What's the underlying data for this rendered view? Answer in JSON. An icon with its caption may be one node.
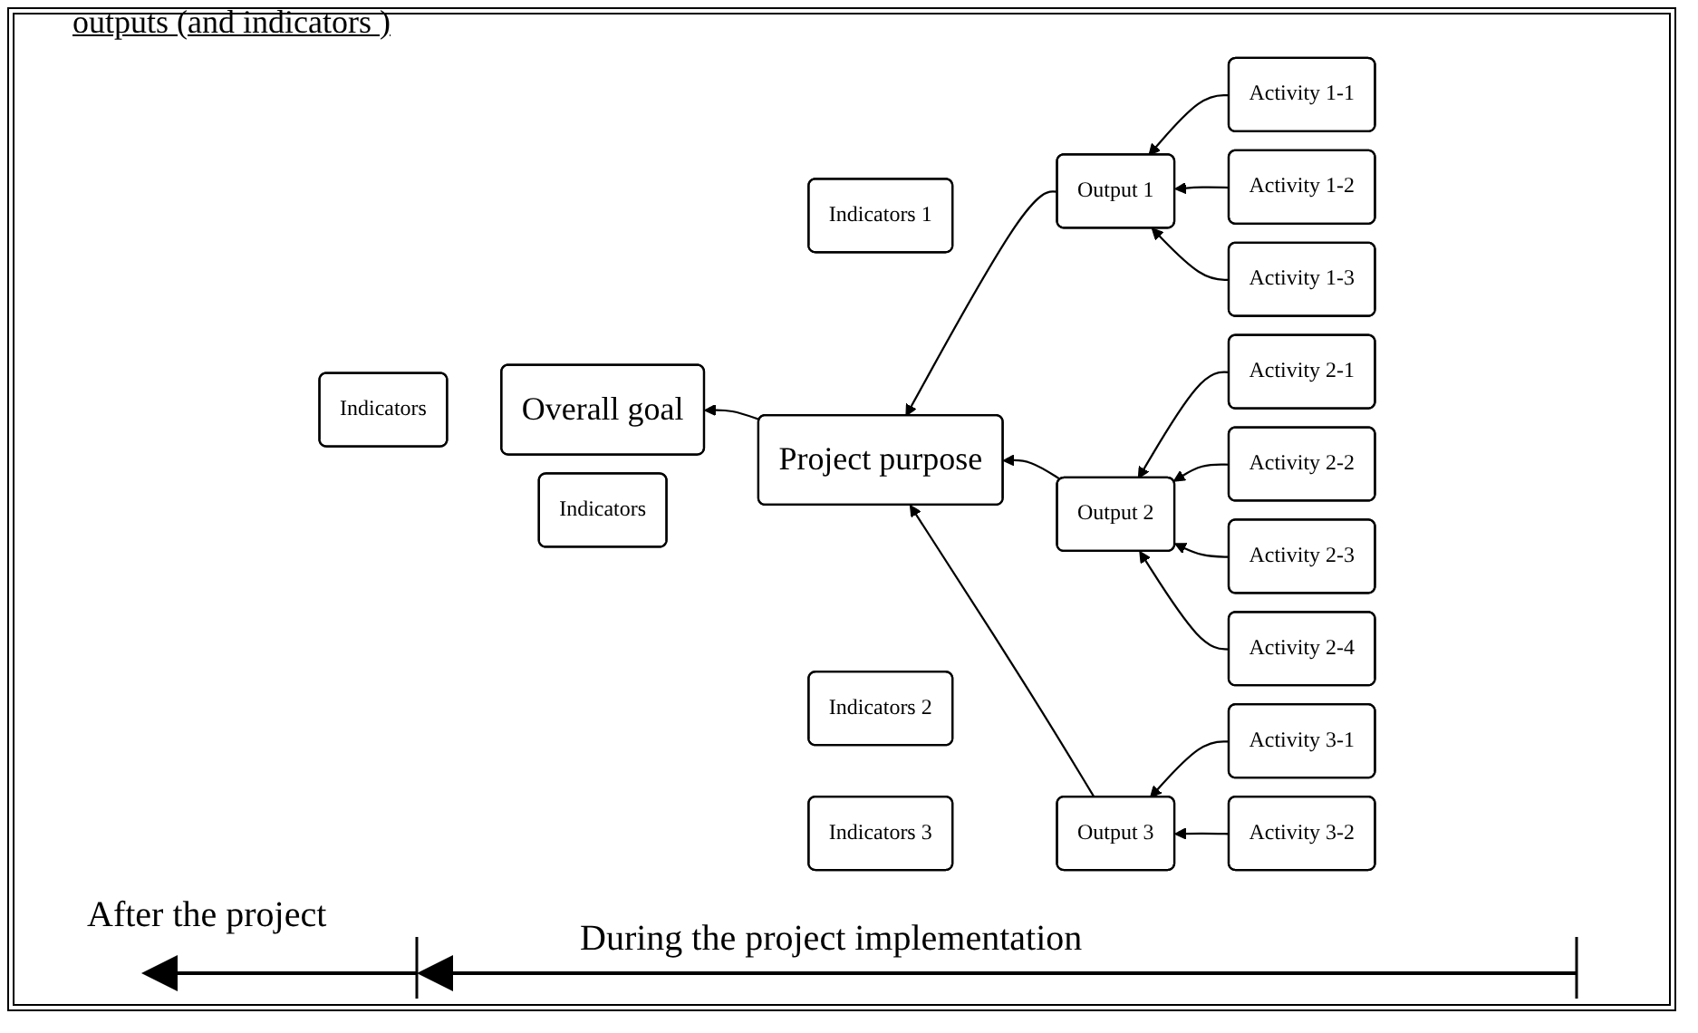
{
  "diagram": {
    "nodes": [
      {
        "text": [
          "Overall goal"
        ]
      },
      {
        "text": [
          "Indicators"
        ]
      },
      {
        "text": [
          "Project purpose"
        ]
      },
      {
        "text": [
          "Indicators"
        ]
      },
      {
        "text": [
          "Output 1"
        ]
      },
      {
        "text": [
          "Indicators 1"
        ]
      },
      {
        "text": [
          "Activity 1-1"
        ]
      },
      {
        "text": [
          "Activity 1-2"
        ]
      },
      {
        "text": [
          "Activity 1-3"
        ]
      },
      {
        "text": [
          "Output 2"
        ]
      },
      {
        "text": [
          "Indicators 2"
        ]
      },
      {
        "text": [
          "Activity 2-1"
        ]
      },
      {
        "text": [
          "Activity 2-2"
        ]
      },
      {
        "text": [
          "Activity 2-3"
        ]
      },
      {
        "text": [
          "Activity 2-4"
        ]
      },
      {
        "text": [
          "Output 3"
        ]
      },
      {
        "text": [
          "Indicators 3"
        ]
      },
      {
        "text": [
          "Activity 3-1"
        ]
      },
      {
        "text": [
          "Activity 3-2"
        ]
      }
    ],
    "edges": [
      {
        "from": 2,
        "to": 0,
        "arrow": "to"
      },
      {
        "from": 4,
        "to": 2,
        "arrow": "to"
      },
      {
        "from": 9,
        "to": 2,
        "arrow": "to"
      },
      {
        "from": 15,
        "to": 2,
        "arrow": "to"
      },
      {
        "from": 6,
        "to": 4,
        "arrow": "to"
      },
      {
        "from": 7,
        "to": 4,
        "arrow": "to"
      },
      {
        "from": 8,
        "to": 4,
        "arrow": "to"
      },
      {
        "from": 11,
        "to": 9,
        "arrow": "to"
      },
      {
        "from": 12,
        "to": 9,
        "arrow": "to"
      },
      {
        "from": 13,
        "to": 9,
        "arrow": "to"
      },
      {
        "from": 14,
        "to": 9,
        "arrow": "to"
      },
      {
        "from": 17,
        "to": 15,
        "arrow": "to"
      },
      {
        "from": 18,
        "to": 15,
        "arrow": "to"
      }
    ],
    "labels": [
      "outputs (and indicators )",
      "After the project",
      "During the project implementation"
    ]
  }
}
